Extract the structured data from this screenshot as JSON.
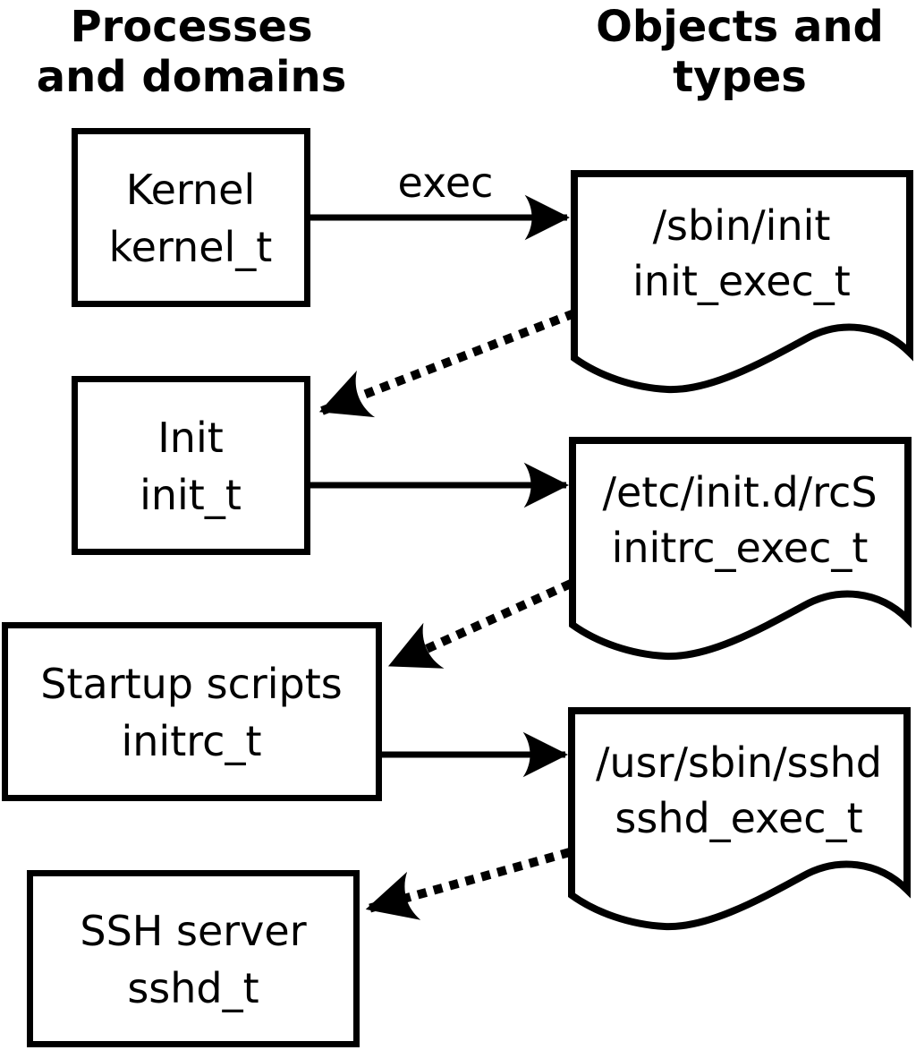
{
  "diagram": {
    "left_column_title": {
      "line1": "Processes",
      "line2": "and domains"
    },
    "right_column_title": {
      "line1": "Objects and",
      "line2": "types"
    },
    "process_nodes": [
      {
        "label": "Kernel",
        "type": "kernel_t"
      },
      {
        "label": "Init",
        "type": "init_t"
      },
      {
        "label": "Startup scripts",
        "type": "initrc_t"
      },
      {
        "label": "SSH server",
        "type": "sshd_t"
      }
    ],
    "object_nodes": [
      {
        "label": "/sbin/init",
        "type": "init_exec_t"
      },
      {
        "label": "/etc/init.d/rcS",
        "type": "initrc_exec_t"
      },
      {
        "label": "/usr/sbin/sshd",
        "type": "sshd_exec_t"
      }
    ],
    "edge_labels": {
      "exec": "exec"
    },
    "colors": {
      "ink": "#000000",
      "background": "#ffffff"
    }
  }
}
